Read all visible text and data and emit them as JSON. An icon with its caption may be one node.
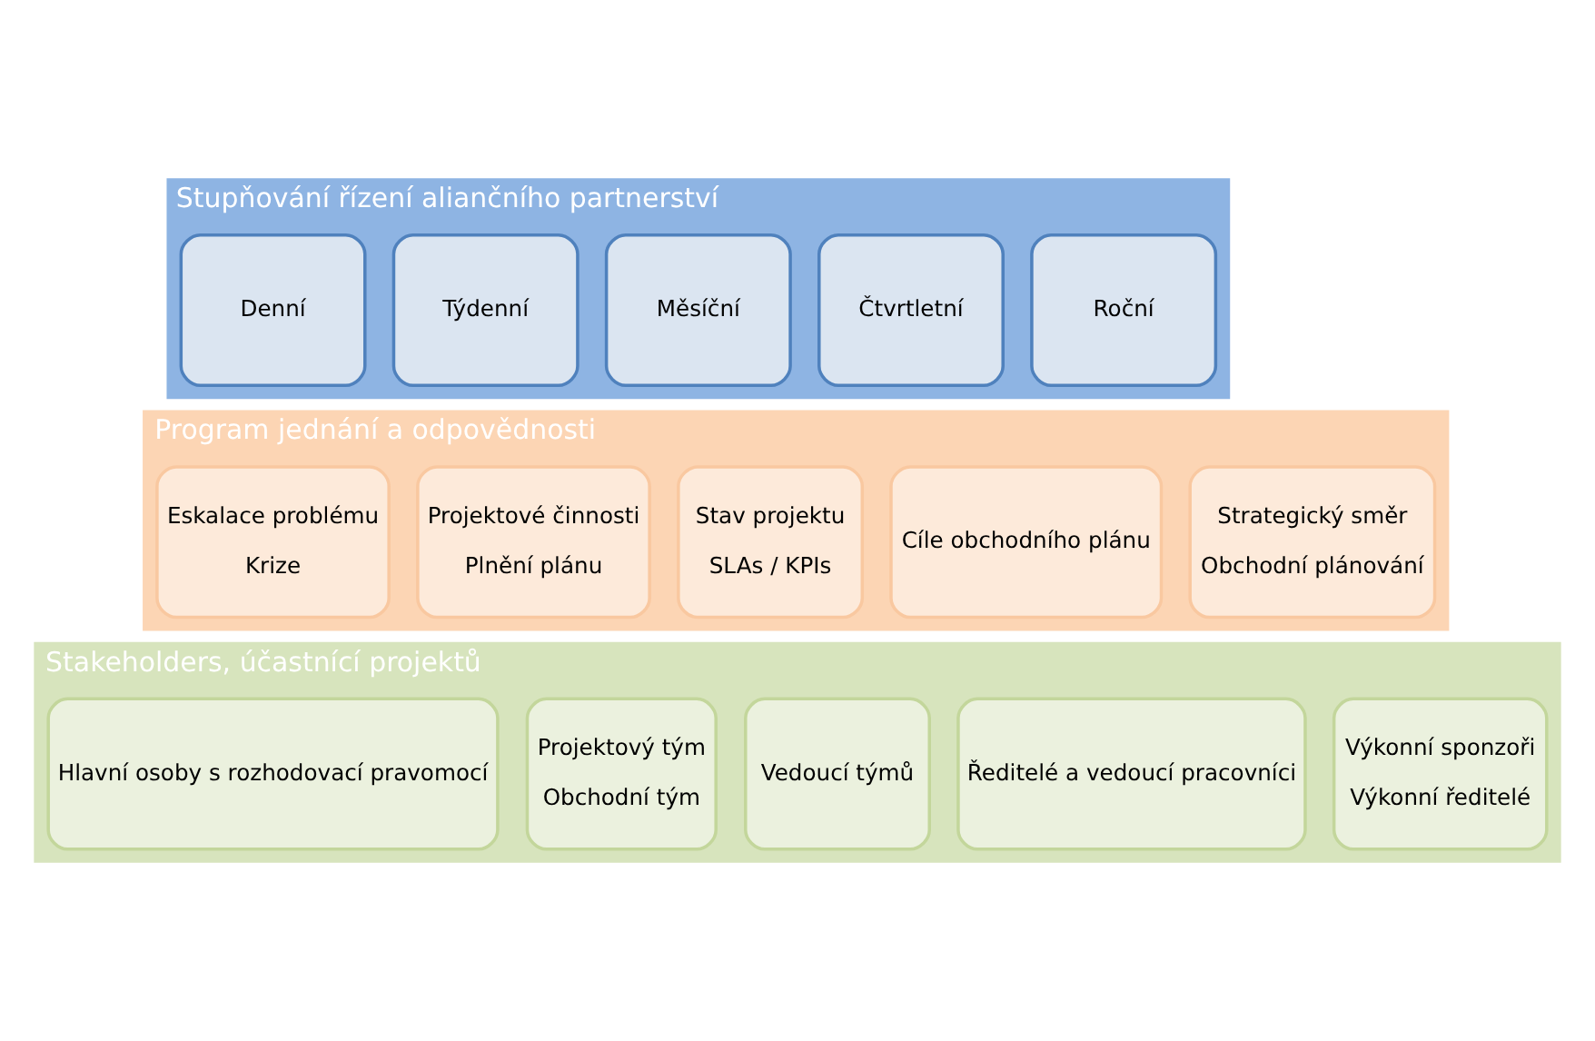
{
  "diagram": {
    "nodes": [
      {
        "text": [
          "Stupňování řízení aliančního partnerství"
        ]
      },
      {
        "text": [
          "Denní"
        ],
        "in": 0
      },
      {
        "text": [
          "Týdenní"
        ],
        "in": 0
      },
      {
        "text": [
          "Měsíční"
        ],
        "in": 0
      },
      {
        "text": [
          "Čtvrtletní"
        ],
        "in": 0
      },
      {
        "text": [
          "Roční"
        ],
        "in": 0
      },
      {
        "text": [
          "Program jednání a odpovědnosti"
        ]
      },
      {
        "text": [
          "Eskalace problému",
          "Krize"
        ],
        "in": 6
      },
      {
        "text": [
          "Projektové činnosti",
          "Plnění plánu"
        ],
        "in": 6
      },
      {
        "text": [
          "Stav projektu",
          "SLAs / KPIs"
        ],
        "in": 6
      },
      {
        "text": [
          "Cíle obchodního plánu"
        ],
        "in": 6
      },
      {
        "text": [
          "Strategický směr",
          "Obchodní plánování"
        ],
        "in": 6
      },
      {
        "text": [
          "Stakeholders, účastnící projektů"
        ]
      },
      {
        "text": [
          "Hlavní osoby s rozhodovací pravomocí"
        ],
        "in": 12
      },
      {
        "text": [
          "Projektový tým",
          "Obchodní tým"
        ],
        "in": 12
      },
      {
        "text": [
          "Vedoucí týmů"
        ],
        "in": 12
      },
      {
        "text": [
          "Ředitelé a vedoucí pracovníci"
        ],
        "in": 12
      },
      {
        "text": [
          "Výkonní sponzoři",
          "Výkonní ředitelé"
        ],
        "in": 12
      }
    ],
    "edges": []
  }
}
